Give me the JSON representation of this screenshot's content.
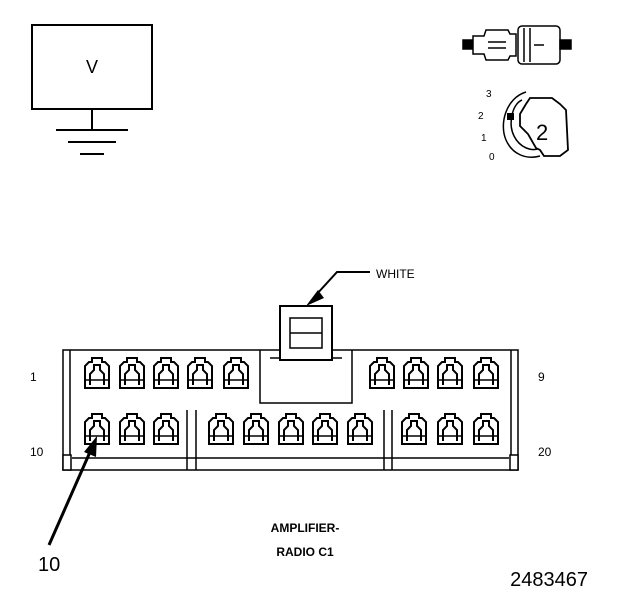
{
  "meter": {
    "symbol": "V"
  },
  "selector": {
    "positions": [
      "3",
      "2",
      "1",
      "0"
    ],
    "setting": "2"
  },
  "connector": {
    "color_label": "WHITE",
    "name_line1": "AMPLIFIER-",
    "name_line2": "RADIO C1",
    "row1_first": "1",
    "row1_last": "9",
    "row2_first": "10",
    "row2_last": "20",
    "probe_pin": "10"
  },
  "figure_id": "2483467"
}
